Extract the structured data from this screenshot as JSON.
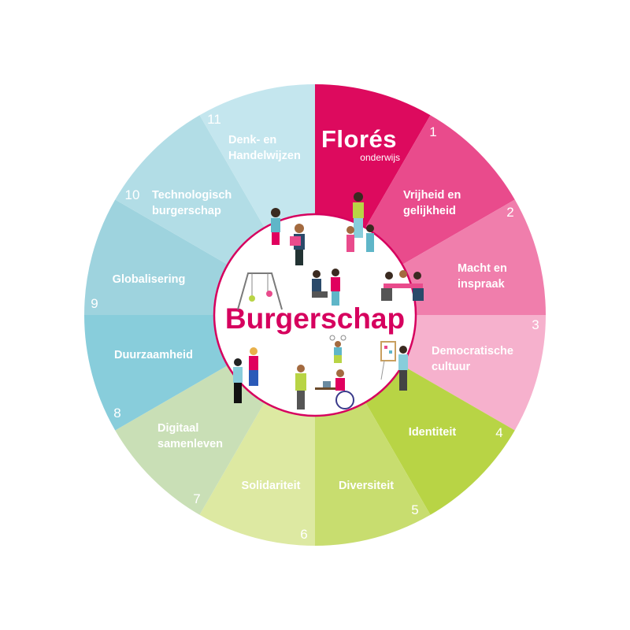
{
  "center": {
    "title": "Burgerschap",
    "color": "#d6005e"
  },
  "logo": {
    "name": "Florés",
    "sub": "onderwijs"
  },
  "segments": [
    {
      "label": "",
      "color": "#dd0a5e"
    },
    {
      "label": "Vrijheid en gelijkheid",
      "line1": "Vrijheid en",
      "line2": "gelijkheid",
      "color": "#e94b8c"
    },
    {
      "label": "Macht en inspraak",
      "line1": "Macht en",
      "line2": "inspraak",
      "color": "#f07eac"
    },
    {
      "label": "Democratische cultuur",
      "line1": "Democratische",
      "line2": "cultuur",
      "color": "#f6b1cd"
    },
    {
      "label": "Identiteit",
      "line1": "Identiteit",
      "color": "#b8d445"
    },
    {
      "label": "Diversiteit",
      "line1": "Diversiteit",
      "color": "#c8dd6f"
    },
    {
      "label": "Solidariteit",
      "line1": "Solidariteit",
      "color": "#dde9a2"
    },
    {
      "label": "Digitaal samenleven",
      "line1": "Digitaal",
      "line2": "samenleven",
      "color": "#c9dfb6"
    },
    {
      "label": "Duurzaamheid",
      "line1": "Duurzaamheid",
      "color": "#88cddb"
    },
    {
      "label": "Globalisering",
      "line1": "Globalisering",
      "color": "#9ed3de"
    },
    {
      "label": "Technologisch burgerschap",
      "line1": "Technologisch",
      "line2": "burgerschap",
      "color": "#b2dde6"
    },
    {
      "label": "Denk- en Handelwijzen",
      "line1": "Denk- en",
      "line2": "Handelwijzen",
      "color": "#c4e6ee"
    }
  ],
  "numbers": [
    "1",
    "2",
    "3",
    "4",
    "5",
    "6",
    "7",
    "8",
    "9",
    "10",
    "11"
  ]
}
